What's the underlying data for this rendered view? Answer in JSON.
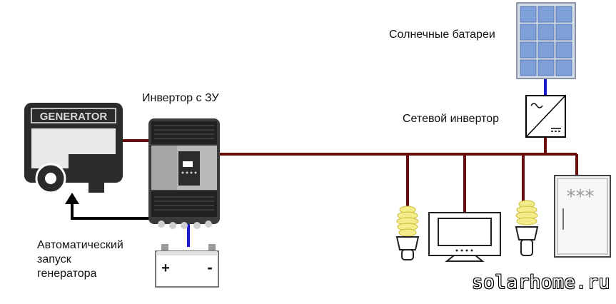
{
  "labels": {
    "solar_panels": "Солнечные батареи",
    "grid_inverter": "Сетевой инвертор",
    "inverter_charger": "Инвертор с ЗУ",
    "auto_start": [
      "Автоматический",
      "запуск",
      "генератора"
    ],
    "watermark": "solarhome.ru"
  },
  "device_text": {
    "generator": "GENERATOR",
    "battery_plus": "+",
    "battery_minus": "-",
    "fridge_stars": "***"
  },
  "colors": {
    "ac_line": "#6b0c0c",
    "dc_line": "#1a1acc",
    "control_line": "#000000",
    "solar_cell": "#7e9fd8"
  }
}
